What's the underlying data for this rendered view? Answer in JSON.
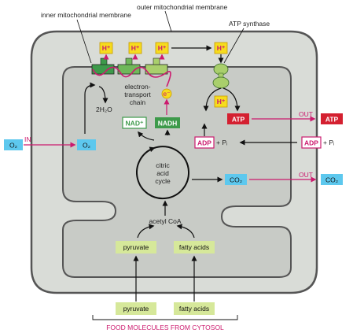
{
  "labels": {
    "outer_membrane": "outer mitochondrial membrane",
    "inner_membrane": "inner mitochondrial membrane",
    "atp_synthase": "ATP synthase",
    "electron_transport_1": "electron-",
    "electron_transport_2": "transport",
    "electron_transport_3": "chain",
    "water": "2H₂O",
    "citric_1": "citric",
    "citric_2": "acid",
    "citric_3": "cycle",
    "acetyl_coa": "acetyl CoA",
    "in": "IN",
    "out_atp": "OUT",
    "out_co2": "OUT",
    "food": "FOOD MOLECULES FROM CYTOSOL",
    "plus_pi_inner": "+ Pᵢ",
    "plus_pi_outer": "+ Pᵢ",
    "electron": "e⁻"
  },
  "boxes": {
    "h_plus": "H⁺",
    "nad": "NAD⁺",
    "nadh": "NADH",
    "o2": "O₂",
    "co2": "CO₂",
    "atp": "ATP",
    "adp": "ADP",
    "pyruvate": "pyruvate",
    "fatty_acids": "fatty acids"
  },
  "colors": {
    "matrix": "#c8cbc6",
    "intermembrane": "#d9dcd7",
    "accent": "#cc1a6e",
    "yellow_box": "#f6dc1e",
    "blue_box": "#5dc8ee",
    "green_box": "#3d9a4a",
    "lime_box": "#d6e89a",
    "red_box": "#d42030"
  }
}
